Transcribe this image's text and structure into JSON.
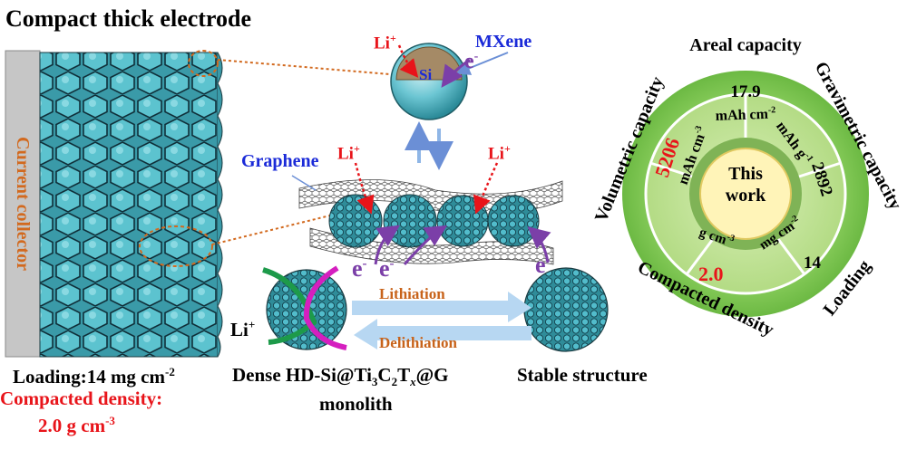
{
  "title": "Compact thick electrode",
  "left_panel": {
    "collector_label": "Current collector",
    "loading_text": "Loading:14 mg cm",
    "loading_exp": "-2",
    "density_label": "Compacted density:",
    "density_value": "2.0 g cm",
    "density_exp": "-3"
  },
  "center_panel": {
    "li_top": "Li",
    "mxene_label": "MXene",
    "electron": "e",
    "si_label": "Si",
    "graphene_label": "Graphene",
    "li_left": "Li",
    "li_right": "Li",
    "li_bottom": "Li",
    "lithiation": "Lithiation",
    "delithiation": "Delithiation",
    "dense_prefix": "Dense HD-Si@Ti",
    "sub_3": "3",
    "c_letter": "C",
    "sub_2": "2",
    "t_letter": "T",
    "sub_x": "x",
    "dense_suffix": "@G",
    "monolith": "monolith",
    "stable": "Stable structure"
  },
  "radar": {
    "center_top": "This",
    "center_bottom": "work",
    "outer_labels": [
      "Areal capacity",
      "Gravimetric capacity",
      "Loading",
      "Compacted density",
      "Volumetric capacity"
    ],
    "values": {
      "areal": "17.9",
      "gravimetric": "2892",
      "loading": "14",
      "density": "2.0",
      "volumetric": "5206"
    },
    "units": {
      "areal": "mAh cm",
      "areal_exp": "-2",
      "gravimetric": "mAh g",
      "gravimetric_exp": "-1",
      "loading": "mg cm",
      "loading_exp": "-2",
      "density": "g cm",
      "density_exp": "-3",
      "volumetric": "mAh cm",
      "volumetric_exp": "-3"
    }
  },
  "colors": {
    "collector_text": "#d2691e",
    "highlight_red": "#e8141a",
    "electron_purple": "#7b3fa8",
    "graphene_blue": "#1a2ad8",
    "process_orange": "#c8631a",
    "radar_outer": "#7fc850",
    "radar_mid": "#b8dd8c",
    "radar_center": "#fff4b8",
    "particle_teal": "#3a9aa8"
  }
}
